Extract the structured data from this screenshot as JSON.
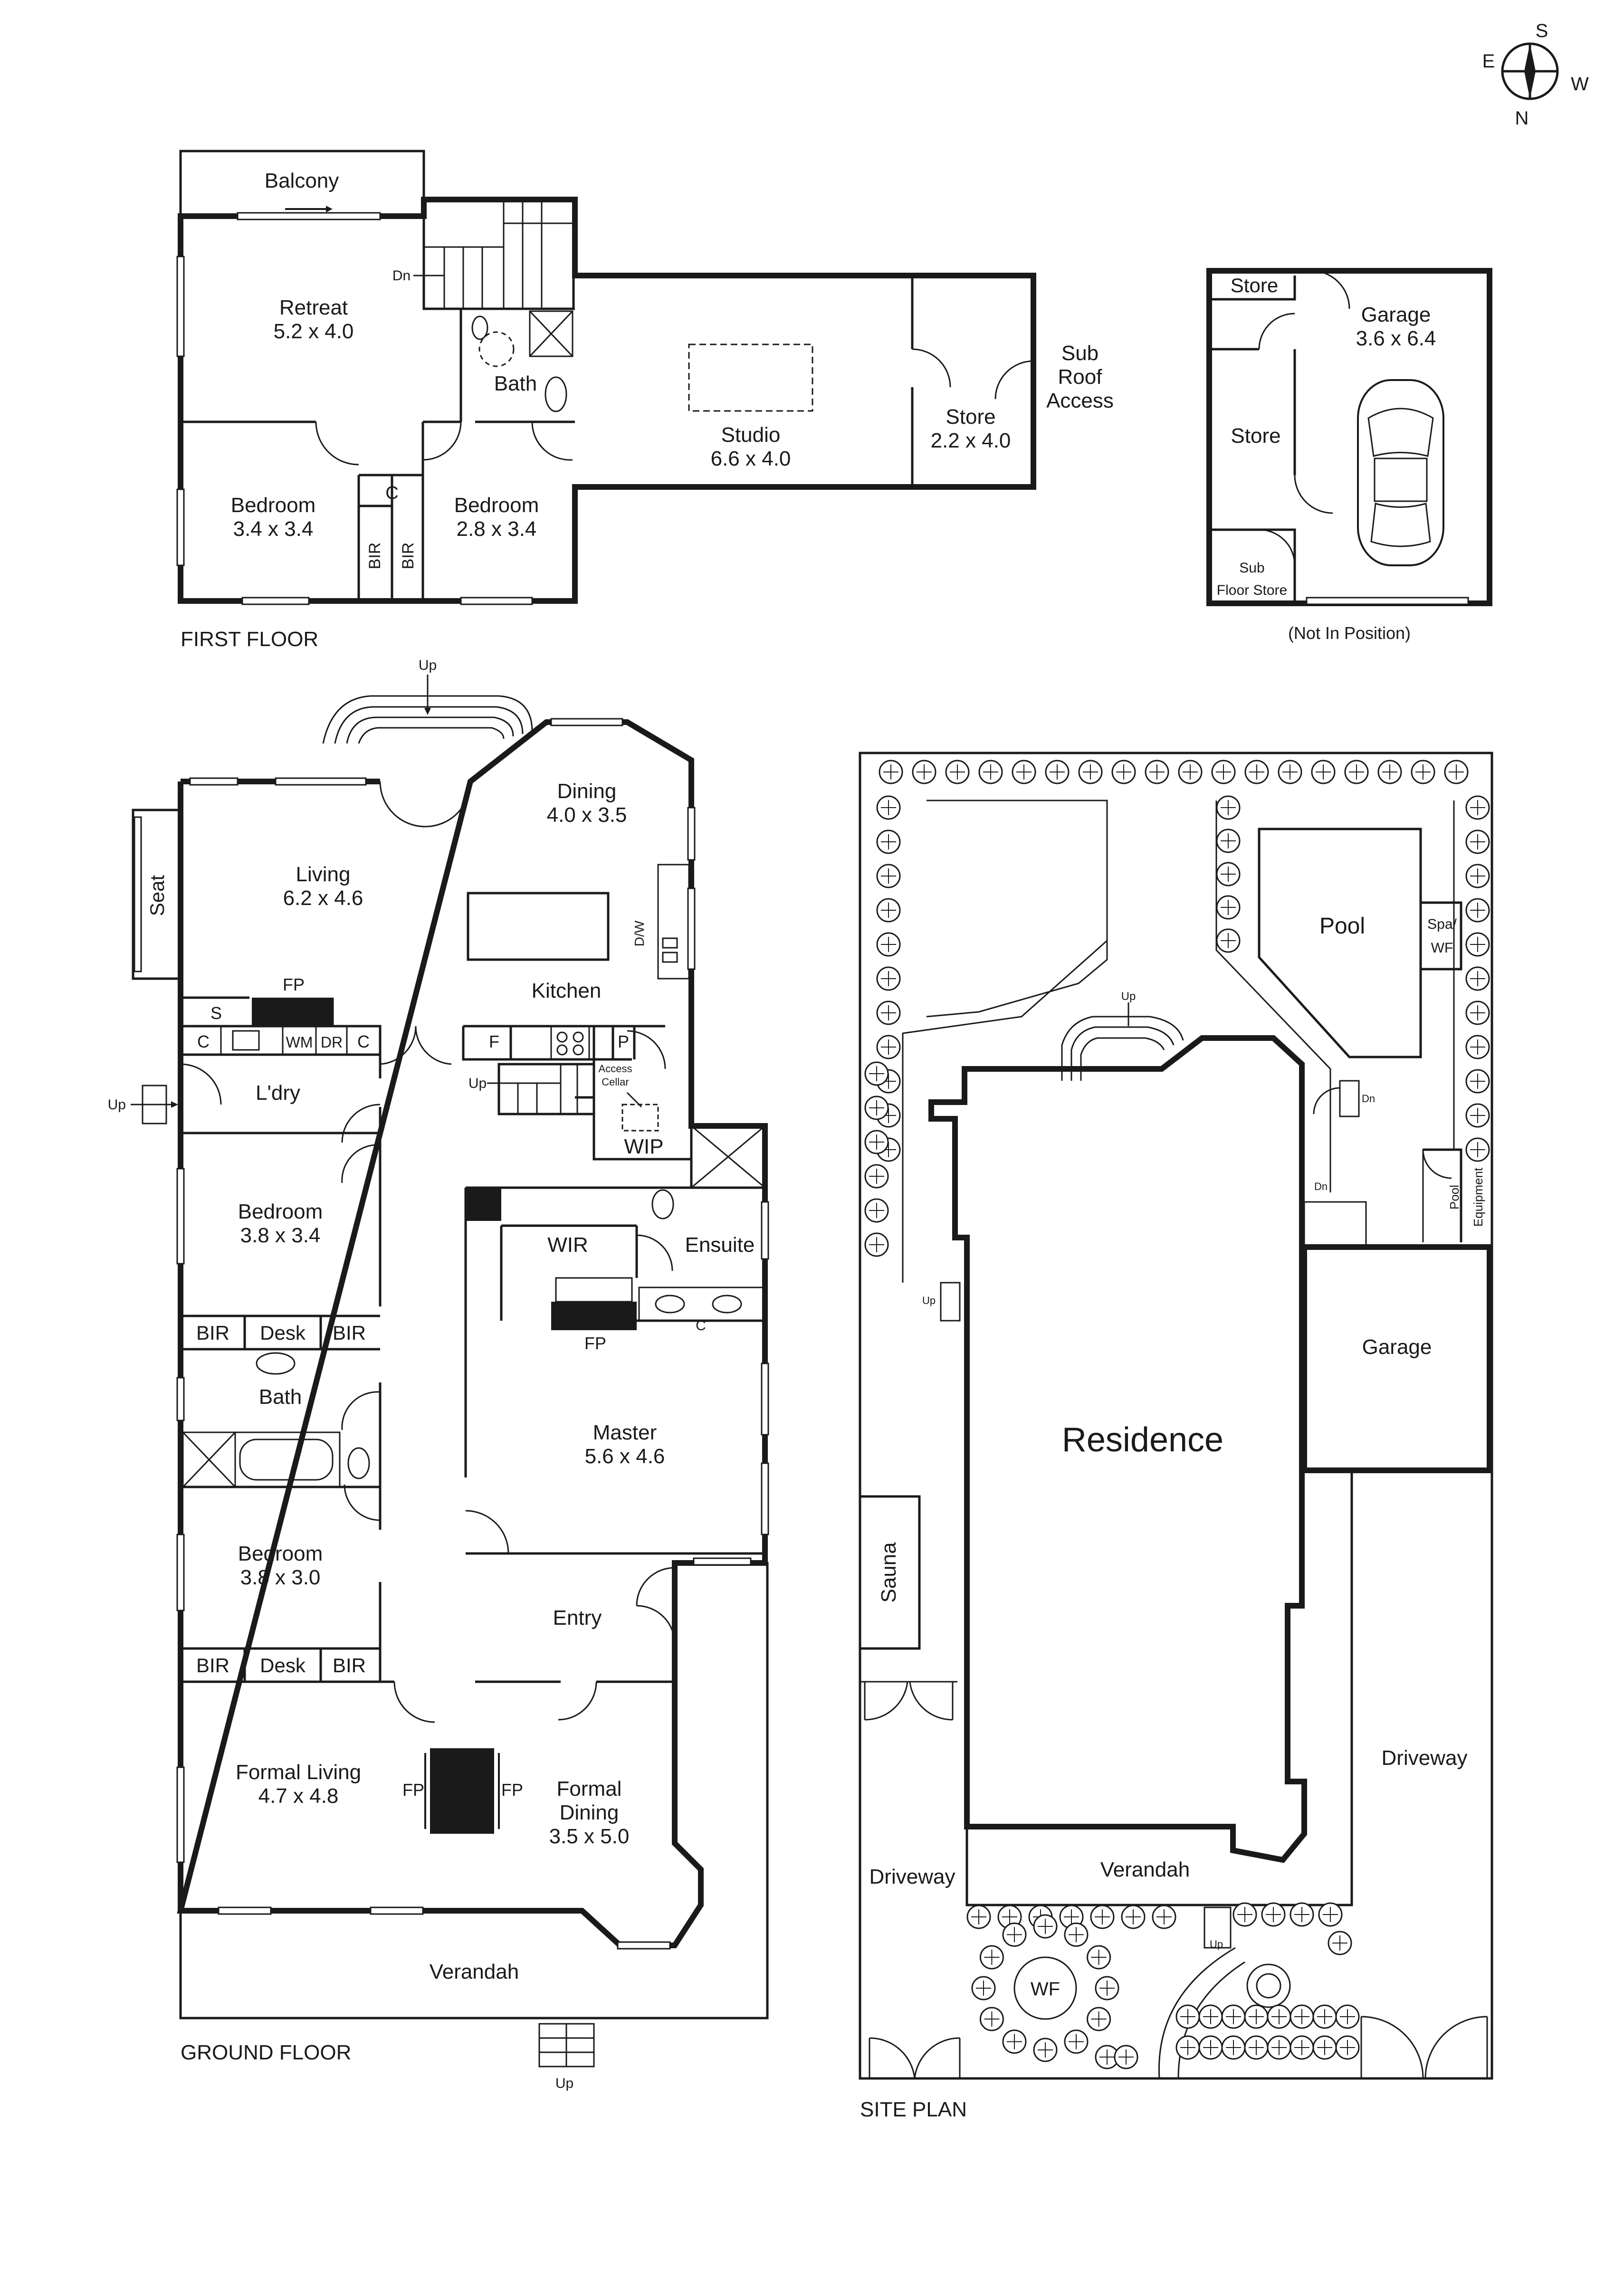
{
  "compass": {
    "s": "S",
    "e": "E",
    "w": "W",
    "n": "N"
  },
  "first_floor": {
    "caption": "FIRST FLOOR",
    "balcony": "Balcony",
    "retreat": {
      "name": "Retreat",
      "size": "5.2 x 4.0"
    },
    "bath": "Bath",
    "dn": "Dn",
    "studio": {
      "name": "Studio",
      "size": "6.6 x 4.0"
    },
    "store": {
      "name": "Store",
      "size": "2.2 x 4.0"
    },
    "sub_roof_access": [
      "Sub",
      "Roof",
      "Access"
    ],
    "bedroom1": {
      "name": "Bedroom",
      "size": "3.4 x 3.4"
    },
    "bedroom2": {
      "name": "Bedroom",
      "size": "2.8 x 3.4"
    },
    "c": "C",
    "bir": "BIR"
  },
  "garage_block": {
    "store_top": "Store",
    "garage": {
      "name": "Garage",
      "size": "3.6 x 6.4"
    },
    "store_mid": "Store",
    "sub_floor_store": [
      "Sub",
      "Floor Store"
    ],
    "note": "(Not In Position)"
  },
  "ground_floor": {
    "caption": "GROUND FLOOR",
    "up": "Up",
    "dining": {
      "name": "Dining",
      "size": "4.0 x 3.5"
    },
    "living": {
      "name": "Living",
      "size": "6.2 x 4.6"
    },
    "seat": "Seat",
    "dw": "D/W",
    "kitchen": "Kitchen",
    "fp": "FP",
    "s": "S",
    "c": "C",
    "wm": "WM",
    "dr": "DR",
    "f": "F",
    "p": "P",
    "ldry": "L'dry",
    "access_cellar": [
      "Access",
      "Cellar"
    ],
    "wip": "WIP",
    "bedroom1": {
      "name": "Bedroom",
      "size": "3.8 x 3.4"
    },
    "wir": "WIR",
    "ensuite": "Ensuite",
    "bir": "BIR",
    "desk": "Desk",
    "bath": "Bath",
    "master": {
      "name": "Master",
      "size": "5.6 x 4.6"
    },
    "bedroom2": {
      "name": "Bedroom",
      "size": "3.8 x 3.0"
    },
    "entry": "Entry",
    "formal_living": {
      "name": "Formal Living",
      "size": "4.7 x 4.8"
    },
    "formal_dining": {
      "name": "Formal",
      "name2": "Dining",
      "size": "3.5 x 5.0"
    },
    "verandah": "Verandah"
  },
  "site_plan": {
    "caption": "SITE PLAN",
    "pool": "Pool",
    "spa": [
      "Spa/",
      "WF"
    ],
    "up": "Up",
    "dn": "Dn",
    "pool_equipment": [
      "Pool",
      "Equipment"
    ],
    "garage": "Garage",
    "residence": "Residence",
    "sauna": "Sauna",
    "driveway_right": "Driveway",
    "driveway_left": "Driveway",
    "verandah": "Verandah",
    "wf": "WF"
  }
}
